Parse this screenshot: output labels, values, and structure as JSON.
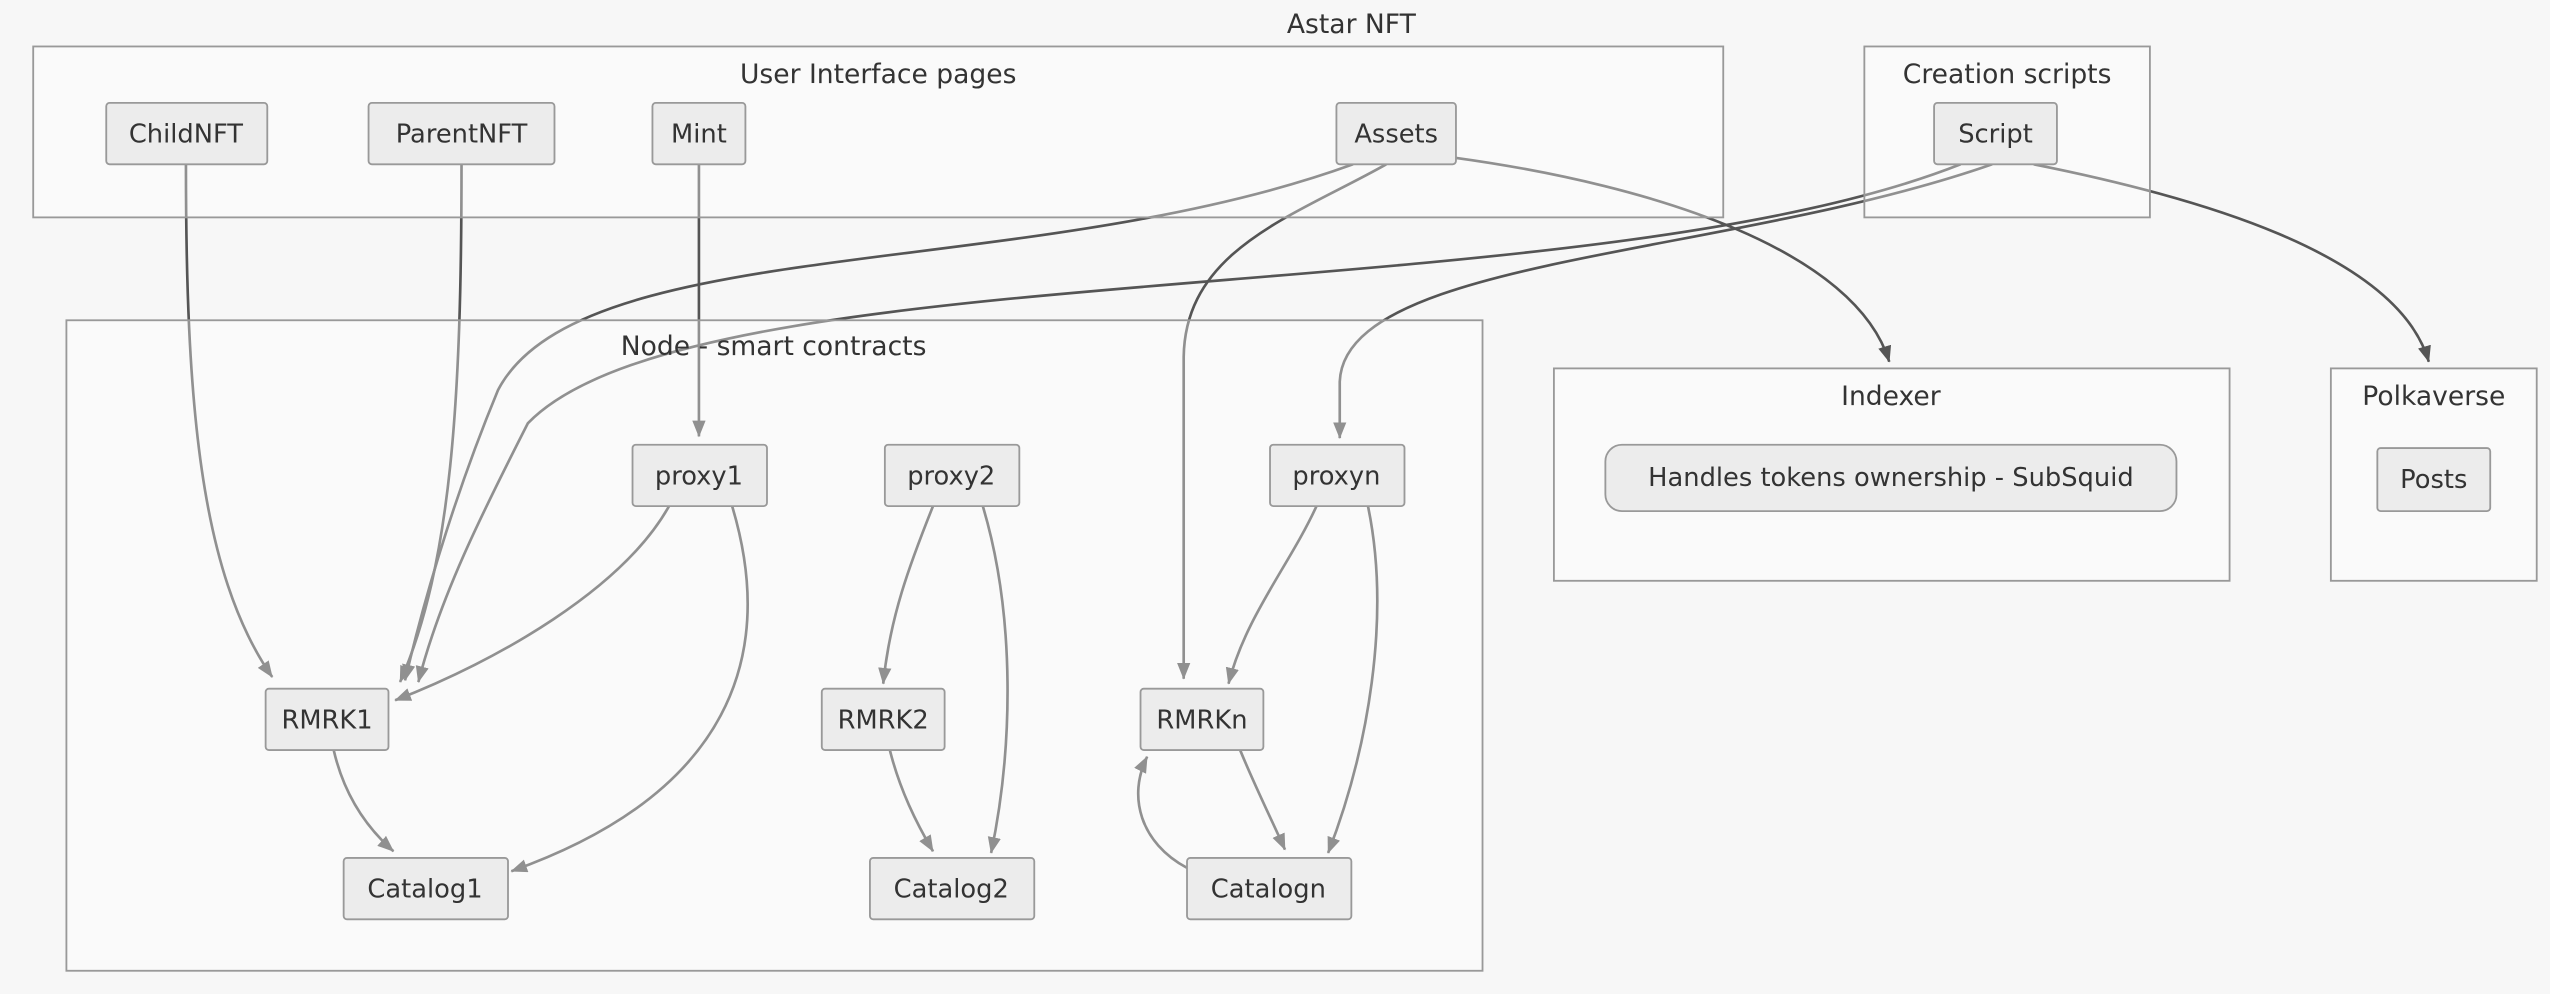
{
  "title": "Astar NFT",
  "clusters": {
    "ui": {
      "label": "User Interface pages"
    },
    "creation": {
      "label": "Creation scripts"
    },
    "contracts": {
      "label": "Node - smart contracts"
    },
    "indexer": {
      "label": "Indexer"
    },
    "polkaverse": {
      "label": "Polkaverse"
    }
  },
  "nodes": {
    "childnft": {
      "label": "ChildNFT"
    },
    "parentnft": {
      "label": "ParentNFT"
    },
    "mint": {
      "label": "Mint"
    },
    "assets": {
      "label": "Assets"
    },
    "script": {
      "label": "Script"
    },
    "proxy1": {
      "label": "proxy1"
    },
    "proxy2": {
      "label": "proxy2"
    },
    "proxyn": {
      "label": "proxyn"
    },
    "rmrk1": {
      "label": "RMRK1"
    },
    "rmrk2": {
      "label": "RMRK2"
    },
    "rmrkn": {
      "label": "RMRKn"
    },
    "catalog1": {
      "label": "Catalog1"
    },
    "catalog2": {
      "label": "Catalog2"
    },
    "catalogn": {
      "label": "Catalogn"
    },
    "subsquid": {
      "label": "Handles tokens ownership - SubSquid"
    },
    "posts": {
      "label": "Posts"
    }
  },
  "edges": [
    {
      "from": "ChildNFT",
      "to": "RMRK1"
    },
    {
      "from": "ParentNFT",
      "to": "RMRK1"
    },
    {
      "from": "Mint",
      "to": "proxy1"
    },
    {
      "from": "Assets",
      "to": "RMRK1"
    },
    {
      "from": "Assets",
      "to": "RMRKn"
    },
    {
      "from": "Assets",
      "to": "Indexer"
    },
    {
      "from": "Script",
      "to": "RMRK1"
    },
    {
      "from": "Script",
      "to": "proxyn"
    },
    {
      "from": "Script",
      "to": "Polkaverse"
    },
    {
      "from": "proxy1",
      "to": "RMRK1"
    },
    {
      "from": "proxy1",
      "to": "Catalog1"
    },
    {
      "from": "RMRK1",
      "to": "Catalog1"
    },
    {
      "from": "proxy2",
      "to": "RMRK2"
    },
    {
      "from": "proxy2",
      "to": "Catalog2"
    },
    {
      "from": "RMRK2",
      "to": "Catalog2"
    },
    {
      "from": "proxyn",
      "to": "RMRKn"
    },
    {
      "from": "proxyn",
      "to": "Catalogn"
    },
    {
      "from": "RMRKn",
      "to": "Catalogn"
    },
    {
      "from": "Catalogn",
      "to": "RMRKn"
    }
  ],
  "colors": {
    "background": "#f7f7f7",
    "node_fill": "#ececec",
    "node_border": "#999999",
    "cluster_border": "#999999",
    "edge": "#555555",
    "text": "#333333"
  }
}
